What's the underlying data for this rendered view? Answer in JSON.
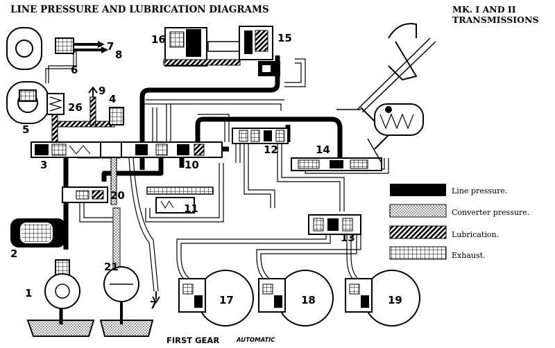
{
  "header": {
    "title": "LINE PRESSURE AND LUBRICATION DIAGRAMS",
    "model_line1": "MK. I AND II",
    "model_line2": "TRANSMISSIONS"
  },
  "footer": {
    "gear": "FIRST GEAR",
    "mode": "AUTOMATIC"
  },
  "legend": [
    {
      "label": "Line pressure.",
      "pattern": "solid-black"
    },
    {
      "label": "Converter pressure.",
      "pattern": "dotted"
    },
    {
      "label": "Lubrication.",
      "pattern": "hatched"
    },
    {
      "label": "Exhaust.",
      "pattern": "grid"
    }
  ],
  "callouts": [
    "1",
    "2",
    "3",
    "4",
    "5",
    "6",
    "7",
    "8",
    "9",
    "10",
    "11",
    "12",
    "13",
    "14",
    "15",
    "16",
    "17",
    "18",
    "19",
    "20",
    "21",
    "26"
  ],
  "colors": {
    "ink": "#000000",
    "paper": "#ffffff"
  }
}
